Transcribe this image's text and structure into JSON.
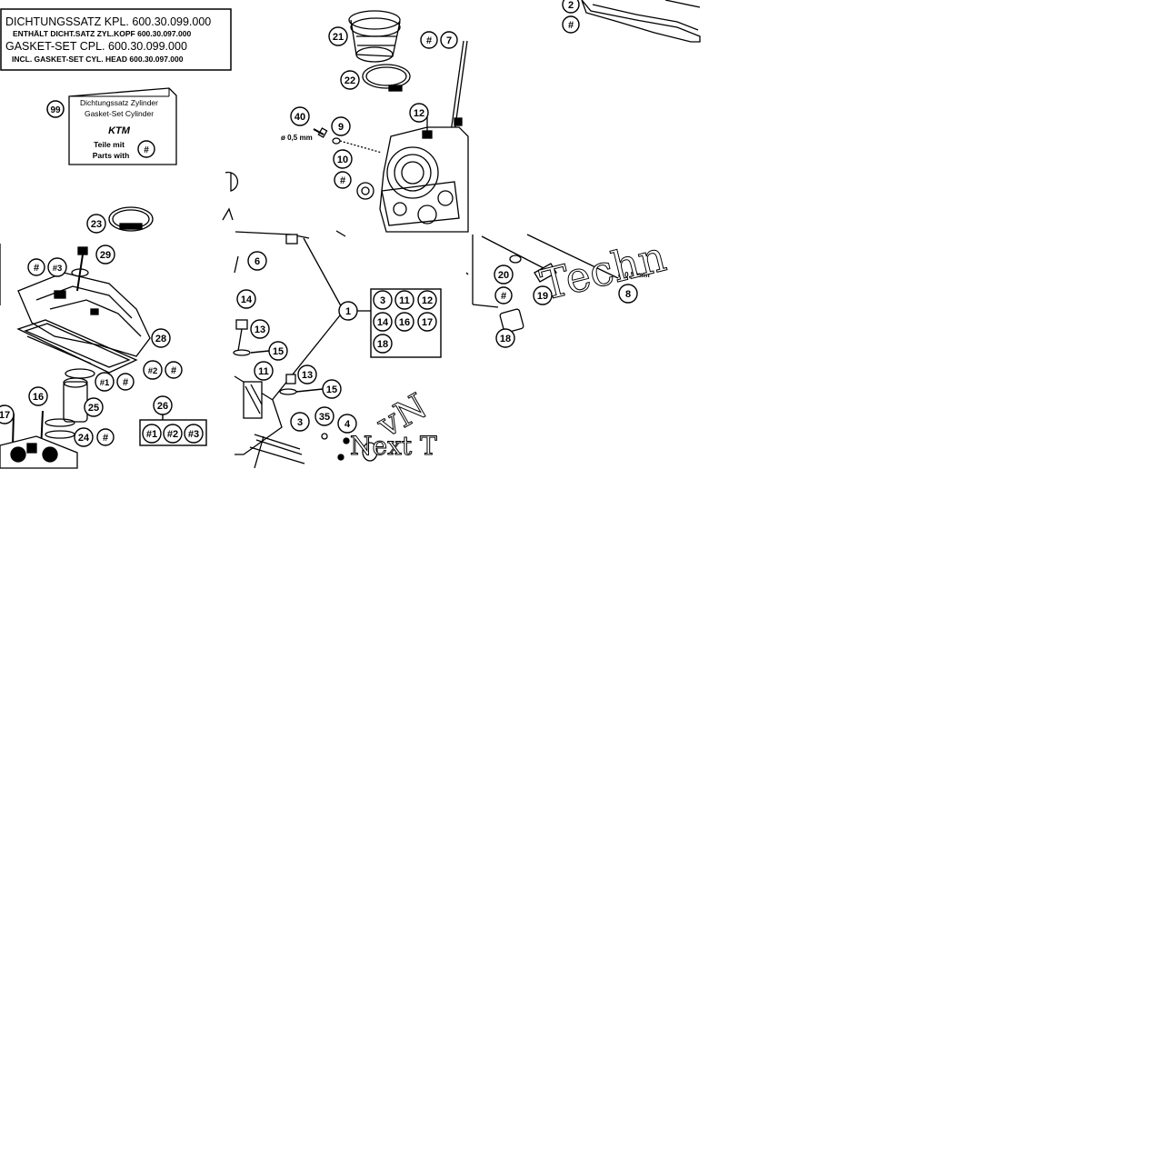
{
  "header_box": {
    "line1": "DICHTUNGSSATZ KPL.  600.30.099.000",
    "line2": "ENTHÄLT DICHT.SATZ ZYL.KOPF 600.30.097.000",
    "line3": "GASKET-SET CPL.        600.30.099.000",
    "line4": "INCL. GASKET-SET CYL. HEAD 600.30.097.000"
  },
  "gasket_box": {
    "callout": "99",
    "line1": "Dichtungssatz Zylinder",
    "line2": "Gasket-Set Cylinder",
    "brand": "KTM",
    "line3": "Teile mit",
    "line4": "Parts with",
    "mark": "#"
  },
  "dimension_labels": {
    "d1": "ø 0,5 mm",
    "d2": "ø 0,5 mm"
  },
  "group_box_1": [
    "3",
    "11",
    "12",
    "14",
    "16",
    "17",
    "18"
  ],
  "group_box_26": [
    "#1",
    "#2",
    "#3"
  ],
  "callouts": {
    "c2": "2",
    "c_hash_tr": "#",
    "c21": "21",
    "c_hash7": "#",
    "c7": "7",
    "c22": "22",
    "c40": "40",
    "c9": "9",
    "c12": "12",
    "c10": "10",
    "c_hash10": "#",
    "c23": "23",
    "c29": "29",
    "c_hash_l": "#",
    "c_h3": "#3",
    "c28": "28",
    "c_h2": "#2",
    "c_hash28": "#",
    "c_h1": "#1",
    "c_hash25": "#",
    "c16": "16",
    "c25": "25",
    "c24": "24",
    "c_hash24": "#",
    "c26": "26",
    "c6": "6",
    "c14": "14",
    "c13a": "13",
    "c15a": "15",
    "c11": "11",
    "c1": "1",
    "c13b": "13",
    "c15b": "15",
    "c3": "3",
    "c35": "35",
    "c4": "4",
    "c20": "20",
    "c_hash20": "#",
    "c19": "19",
    "c8": "8",
    "c18": "18",
    "c17": "17"
  },
  "watermark": {
    "w1": "Techn",
    "w2": "Next T",
    "w3": "vN"
  }
}
